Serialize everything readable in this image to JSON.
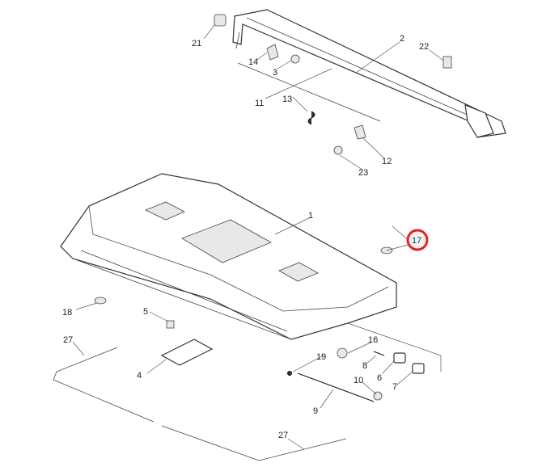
{
  "diagram": {
    "callouts": {
      "p21": "21",
      "p2": "2",
      "p22": "22",
      "p14": "14",
      "p3": "3",
      "p11": "11",
      "p13": "13",
      "p12": "12",
      "p23": "23",
      "p1": "1",
      "p17": "17",
      "p18": "18",
      "p5": "5",
      "p16": "16",
      "p8": "8",
      "p6": "6",
      "p19": "19",
      "p4": "4",
      "p7": "7",
      "p10": "10",
      "p27a": "27",
      "p9": "9",
      "p27b": "27"
    },
    "highlighted_part": "17",
    "highlight_color": "#e0202a"
  }
}
